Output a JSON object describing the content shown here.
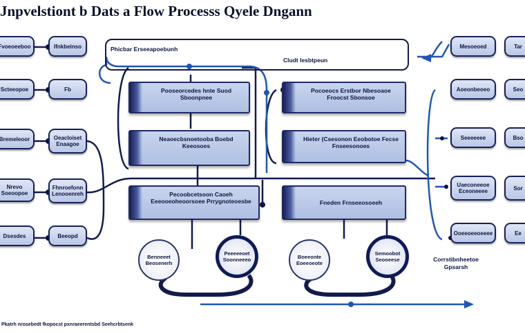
{
  "title": "Jnpvelstiont b Dats a Flow Processs Qyele Dngann",
  "footer": "Pkatrh nrosebedt fkopocst pxnraeerentsbd Seehcrbtsenk",
  "main_frame": {
    "label": "Phicbar Erseeapoebunh"
  },
  "right_frame": {
    "label": "Cludt Iesbtpeun"
  },
  "left_nodes": [
    {
      "label": "Fvoeoeeboo"
    },
    {
      "label": "Scteeopoe"
    },
    {
      "label": "Bremeleoor"
    },
    {
      "label": "Nrevo Soeoopoe"
    },
    {
      "label": "Dsesdes"
    }
  ],
  "left_inner_nodes": [
    {
      "label": "Ifnkbeinso"
    },
    {
      "label": "Fb"
    },
    {
      "label": "Oeacloiset Enaagoe"
    },
    {
      "label": "Fhnroefonn Lenooenreh"
    },
    {
      "label": "Beeopd"
    }
  ],
  "cards": [
    {
      "text": "Pooseorcedes hnte Suod Sboonpnee"
    },
    {
      "text": "Neaoecbsnoetooba Boebd Keeosoes"
    },
    {
      "text": "Pecoobcetsoon Caoeh Eeeooeoheoorsoee Prrygnoteoesbe"
    },
    {
      "text": "Pocoeocs Erstbor Nbesoaoe Froocst Sbonsoe"
    },
    {
      "text": "Hieter (Csesonon Eeobotoe Fecse Fnseesonoes"
    },
    {
      "text": "Fneden Frnseeosoeeh"
    }
  ],
  "circles": [
    {
      "text": "Benneeet Beosenerh"
    },
    {
      "text": "Peeeeeoet Soonneeeo"
    },
    {
      "text": "Boeeonte Eoeeoeote"
    },
    {
      "text": "Semoobot Seooeese"
    }
  ],
  "right_nodes": [
    {
      "label": "Mesoeoed"
    },
    {
      "label": "Aoeonbeoeo"
    },
    {
      "label": "Seeeeeee"
    },
    {
      "label": "Uaeconeeoe Eceoneeee"
    },
    {
      "label": "Ooeeoeeoeeee"
    }
  ],
  "right_edge_nodes": [
    {
      "label": "Tar"
    },
    {
      "label": "Seo"
    },
    {
      "label": "Bso"
    },
    {
      "label": "Sor"
    },
    {
      "label": "Ee"
    }
  ],
  "right_caption": "Corrstibnheetoe Gpsarsh",
  "colors": {
    "navy": "#121a4e",
    "accent_blue": "#1f55b8",
    "node_fill": "#c3cfeb"
  }
}
